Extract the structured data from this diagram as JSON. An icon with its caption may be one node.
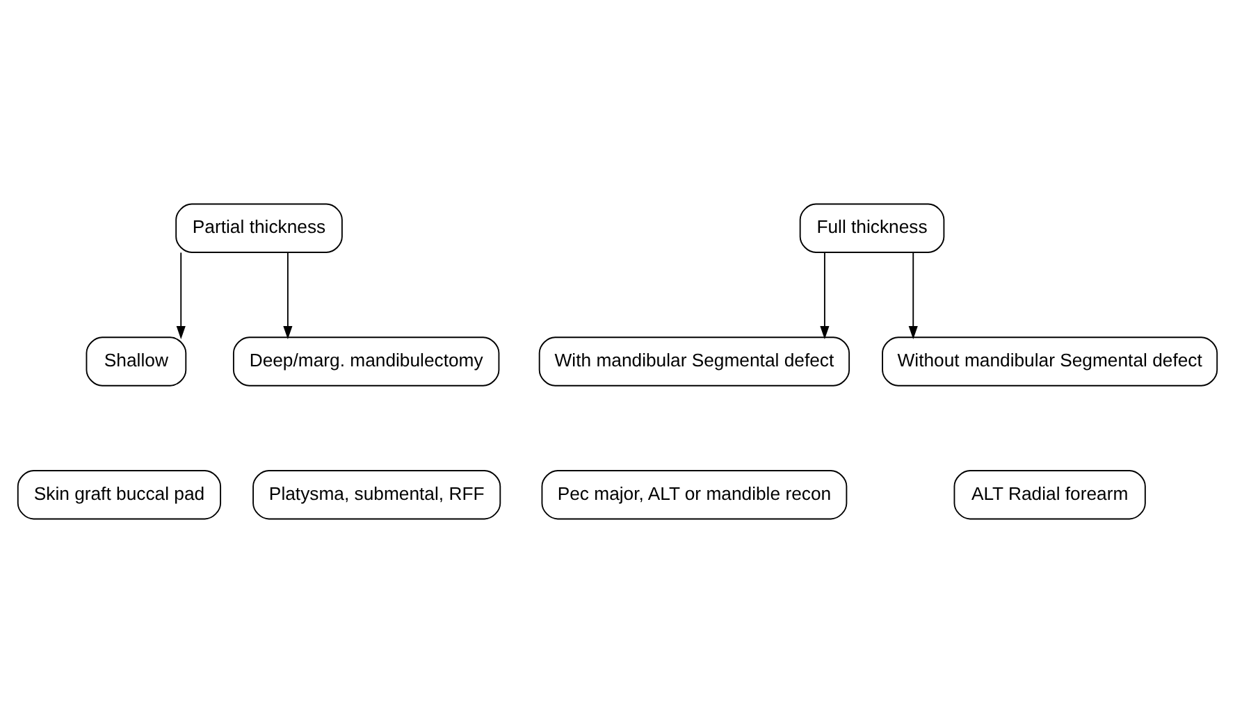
{
  "diagram": {
    "nodes": [
      {
        "text": [
          "Partial thickness"
        ]
      },
      {
        "text": [
          "Full thickness"
        ]
      },
      {
        "text": [
          "Shallow"
        ]
      },
      {
        "text": [
          "Deep/marg. mandibulectomy"
        ]
      },
      {
        "text": [
          "With mandibular Segmental defect"
        ]
      },
      {
        "text": [
          "Without mandibular Segmental defect"
        ]
      },
      {
        "text": [
          "Skin graft buccal pad"
        ]
      },
      {
        "text": [
          "Platysma, submental, RFF"
        ]
      },
      {
        "text": [
          "Pec major, ALT or mandible recon"
        ]
      },
      {
        "text": [
          "ALT Radial forearm"
        ]
      }
    ],
    "edges": [
      {
        "from": 0,
        "to": 2,
        "arrow": "to"
      },
      {
        "from": 0,
        "to": 3,
        "arrow": "to"
      },
      {
        "from": 1,
        "to": 4,
        "arrow": "to"
      },
      {
        "from": 1,
        "to": 5,
        "arrow": "to"
      }
    ]
  }
}
